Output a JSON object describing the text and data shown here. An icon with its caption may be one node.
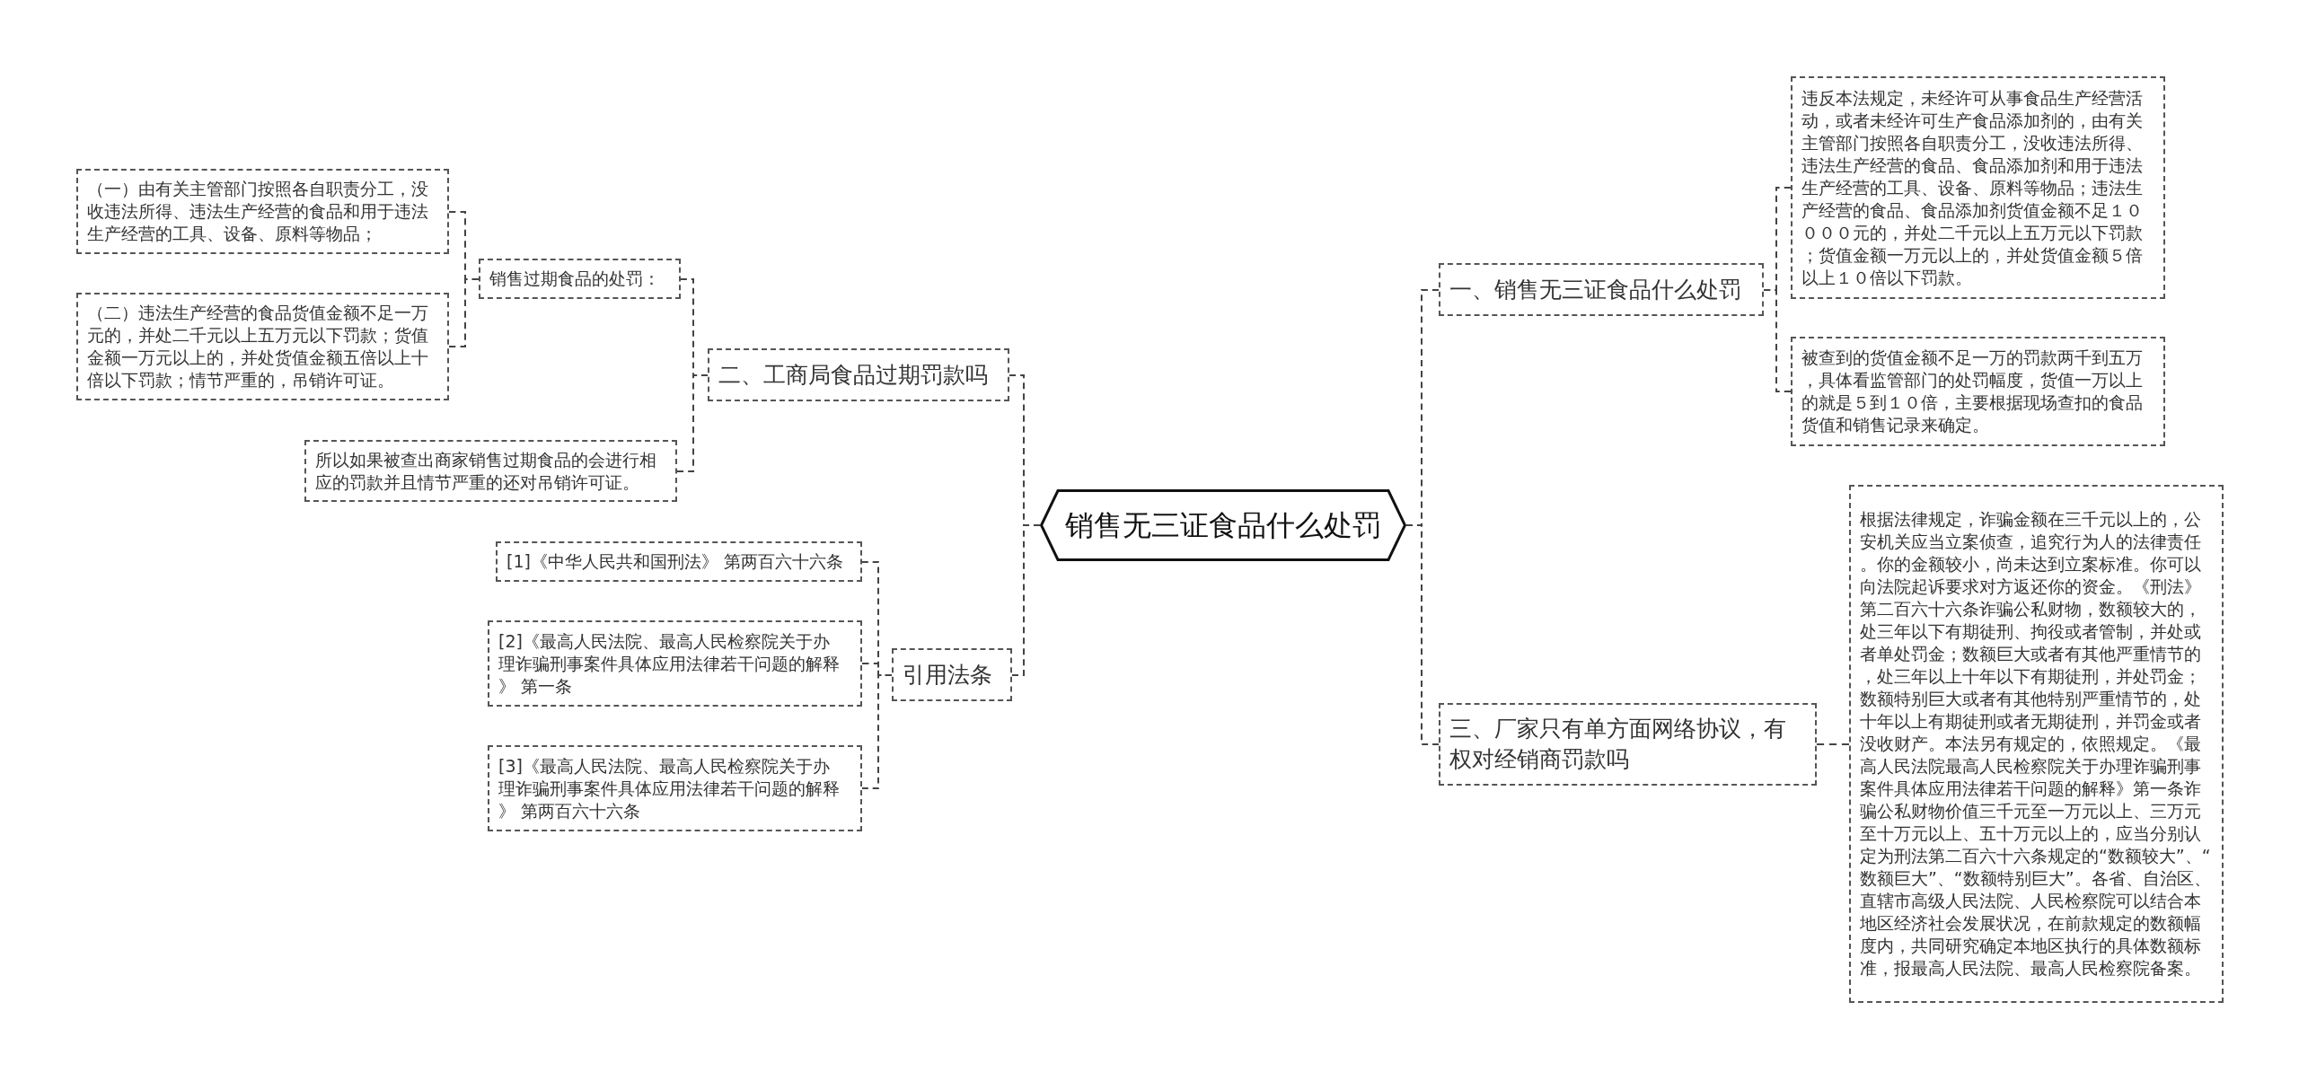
{
  "diagram": {
    "nodes": [
      {
        "text": [
          "销售无三证食品什么处罚"
        ]
      },
      {
        "text": [
          "二、工商局食品过期罚款吗"
        ]
      },
      {
        "text": [
          "销售过期食品的处罚："
        ]
      },
      {
        "text": [
          "（一）由有关主管部门按照各自职责分工，没收违法所得、违法生产经营的食品和用于违法生产经营的工具、设备、原料等物品；"
        ]
      },
      {
        "text": [
          "（二）违法生产经营的食品货值金额不足一万元的，并处二千元以上五万元以下罚款；货值金额一万元以上的，并处货值金额五倍以上十倍以下罚款；情节严重的，吊销许可证。"
        ]
      },
      {
        "text": [
          "所以如果被查出商家销售过期食品的会进行相应的罚款并且情节严重的还对吊销许可证。"
        ]
      },
      {
        "text": [
          "引用法条"
        ]
      },
      {
        "text": [
          "[1]《中华人民共和国刑法》 第两百六十六条"
        ]
      },
      {
        "text": [
          "[2]《最高人民法院、最高人民检察院关于办理诈骗刑事案件具体应用法律若干问题的解释》 第一条"
        ]
      },
      {
        "text": [
          "[3]《最高人民法院、最高人民检察院关于办理诈骗刑事案件具体应用法律若干问题的解释》 第两百六十六条"
        ]
      },
      {
        "text": [
          "一、销售无三证食品什么处罚"
        ]
      },
      {
        "text": [
          "违反本法规定，未经许可从事食品生产经营活动，或者未经许可生产食品添加剂的，由有关主管部门按照各自职责分工，没收违法所得、违法生产经营的食品、食品添加剂和用于违法生产经营的工具、设备、原料等物品；违法生产经营的食品、食品添加剂货值金额不足１００００元的，并处二千元以上五万元以下罚款；货值金额一万元以上的，并处货值金额５倍以上１０倍以下罚款。"
        ]
      },
      {
        "text": [
          "被查到的货值金额不足一万的罚款两千到五万，具体看监管部门的处罚幅度，货值一万以上的就是５到１０倍，主要根据现场查扣的食品货值和销售记录来确定。"
        ]
      },
      {
        "text": [
          "三、厂家只有单方面网络协议，有权对经销商罚款吗"
        ]
      },
      {
        "text": [
          "根据法律规定，诈骗金额在三千元以上的，公安机关应当立案侦查，追究行为人的法律责任。你的金额较小，尚未达到立案标准。你可以向法院起诉要求对方返还你的资金。《刑法》第二百六十六条诈骗公私财物，数额较大的，处三年以下有期徒刑、拘役或者管制，并处或者单处罚金；数额巨大或者有其他严重情节的，处三年以上十年以下有期徒刑，并处罚金；数额特别巨大或者有其他特别严重情节的，处十年以上有期徒刑或者无期徒刑，并罚金或者没收财产。本法另有规定的，依照规定。《最高人民法院最高人民检察院关于办理诈骗刑事案件具体应用法律若干问题的解释》第一条诈骗公私财物价值三千元至一万元以上、三万元至十万元以上、五十万元以上的，应当分别认定为刑法第二百六十六条规定的“数额较大”、“数额巨大”、“数额特别巨大”。各省、自治区、直辖市高级人民法院、人民检察院可以结合本地区经济社会发展状况，在前款规定的数额幅度内，共同研究确定本地区执行的具体数额标准，报最高人民法院、最高人民检察院备案。"
        ]
      }
    ],
    "edges": [
      {
        "from": 0,
        "to": 1,
        "arrow": "none"
      },
      {
        "from": 0,
        "to": 6,
        "arrow": "none"
      },
      {
        "from": 0,
        "to": 10,
        "arrow": "none"
      },
      {
        "from": 0,
        "to": 13,
        "arrow": "none"
      },
      {
        "from": 1,
        "to": 2,
        "arrow": "none"
      },
      {
        "from": 1,
        "to": 5,
        "arrow": "none"
      },
      {
        "from": 2,
        "to": 3,
        "arrow": "none"
      },
      {
        "from": 2,
        "to": 4,
        "arrow": "none"
      },
      {
        "from": 6,
        "to": 7,
        "arrow": "none"
      },
      {
        "from": 6,
        "to": 8,
        "arrow": "none"
      },
      {
        "from": 6,
        "to": 9,
        "arrow": "none"
      },
      {
        "from": 10,
        "to": 11,
        "arrow": "none"
      },
      {
        "from": 10,
        "to": 12,
        "arrow": "none"
      },
      {
        "from": 13,
        "to": 14,
        "arrow": "none"
      }
    ]
  }
}
